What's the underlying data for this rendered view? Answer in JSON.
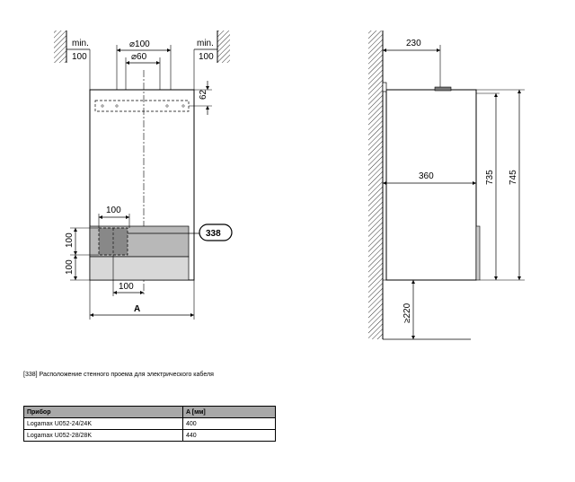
{
  "front_view": {
    "min_left_label": "min.",
    "min_left_value": "100",
    "min_right_label": "min.",
    "min_right_value": "100",
    "flue_outer": "⌀100",
    "flue_inner": "⌀60",
    "dim_top_62": "62",
    "dim_horizontal_100_top": "100",
    "dim_vertical_100_upper": "100",
    "dim_vertical_100_lower": "100",
    "dim_horizontal_100_bottom": "100",
    "callout": "338",
    "width_label": "A"
  },
  "side_view": {
    "dim_230": "230",
    "dim_360": "360",
    "dim_735": "735",
    "dim_745": "745",
    "dim_220": "≥220"
  },
  "caption": "[338] Расположение стенного проема для электрического кабеля",
  "table": {
    "headers": [
      "Прибор",
      "A [мм]"
    ],
    "rows": [
      [
        "Logamax U052-24/24K",
        "400"
      ],
      [
        "Logamax U052-28/28K",
        "440"
      ]
    ]
  }
}
